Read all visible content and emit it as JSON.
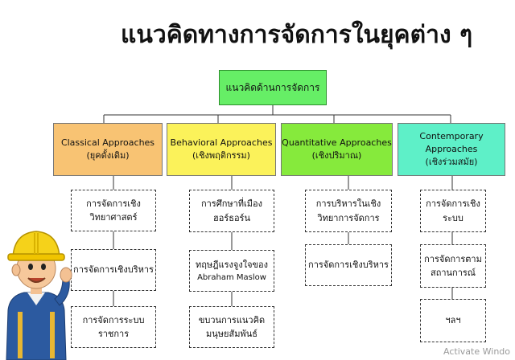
{
  "title": "แนวคิดทางการจัดการในยุคต่าง ๆ",
  "root": "แนวคิดด้านการจัดการ",
  "categories": [
    {
      "line1": "Classical Approaches",
      "line2": "(ยุคดั้งเดิม)",
      "color": "#f8c373"
    },
    {
      "line1": "Behavioral Approaches",
      "line2": "(เชิงพฤติกรรม)",
      "color": "#fbf25a"
    },
    {
      "line1": "Quantitative Approaches",
      "line2": "(เชิงปริมาณ)",
      "color": "#86ea3c"
    },
    {
      "line1": "Contemporary",
      "line1b": "Approaches",
      "line2": "(เชิงร่วมสมัย)",
      "color": "#5ef0c8"
    }
  ],
  "subs": {
    "classical": [
      {
        "l1": "การจัดการเชิง",
        "l2": "วิทยาศาสตร์"
      },
      {
        "l1": "การจัดการเชิงบริหาร"
      },
      {
        "l1": "การจัดการระบบ",
        "l2": "ราชการ"
      }
    ],
    "behavioral": [
      {
        "l1": "การศึกษาที่เมือง",
        "l2": "ฮอร์ธอร์น"
      },
      {
        "l1": "ทฤษฎีแรงจูงใจของ",
        "l2": "Abraham Maslow"
      },
      {
        "l1": "ขบวนการแนวคิด",
        "l2": "มนุษยสัมพันธ์"
      }
    ],
    "quantitative": [
      {
        "l1": "การบริหารในเชิง",
        "l2": "วิทยาการจัดการ"
      },
      {
        "l1": "การจัดการเชิงบริหาร"
      }
    ],
    "contemporary": [
      {
        "l1": "การจัดการเชิงระบบ"
      },
      {
        "l1": "การจัดการตาม",
        "l2": "สถานการณ์"
      },
      {
        "l1": "ฯลฯ"
      }
    ]
  },
  "watermark": "Activate Windo"
}
